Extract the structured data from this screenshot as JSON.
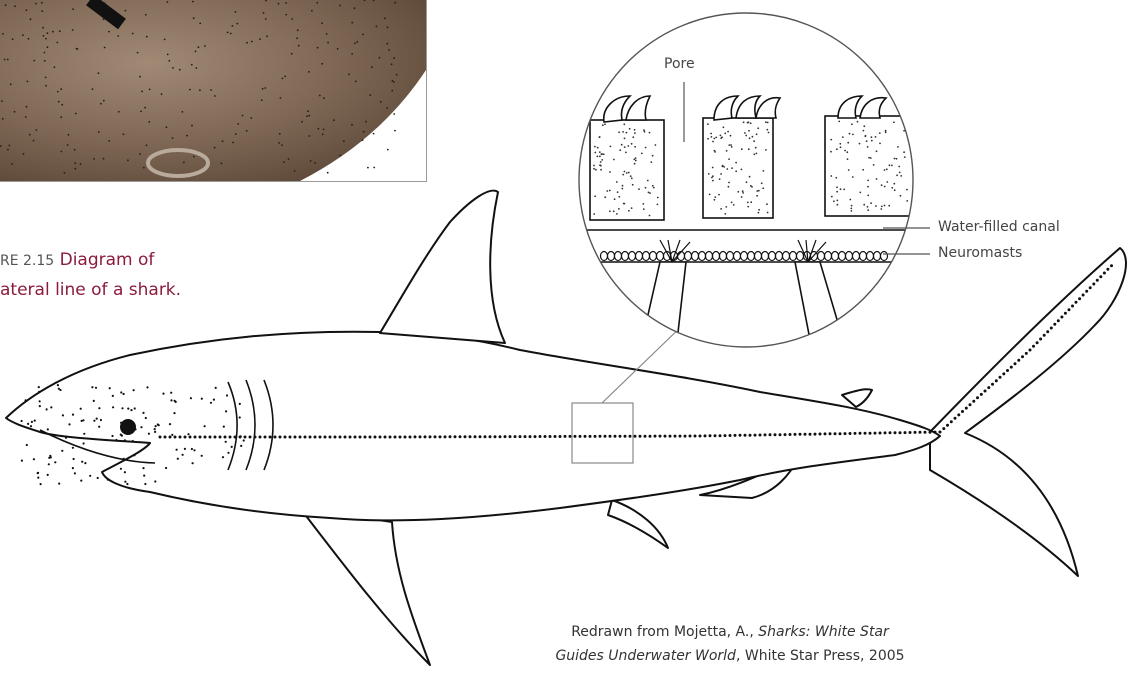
{
  "figure": {
    "number": "RE 2.15",
    "title_line1": "Diagram of",
    "title_line2": "ateral line of a shark."
  },
  "labels": {
    "pore": "Pore",
    "canal": "Water-filled canal",
    "neuromasts": "Neuromasts"
  },
  "credit": {
    "before": "Redrawn from Mojetta, A., ",
    "italic1": "Sharks: White Star",
    "italic2": "Guides Underwater World",
    "after": ", White Star Press, 2005"
  },
  "colors": {
    "caption_title": "#8a1b3c",
    "photo_skin": "#8a735f",
    "line_art": "#111111"
  }
}
